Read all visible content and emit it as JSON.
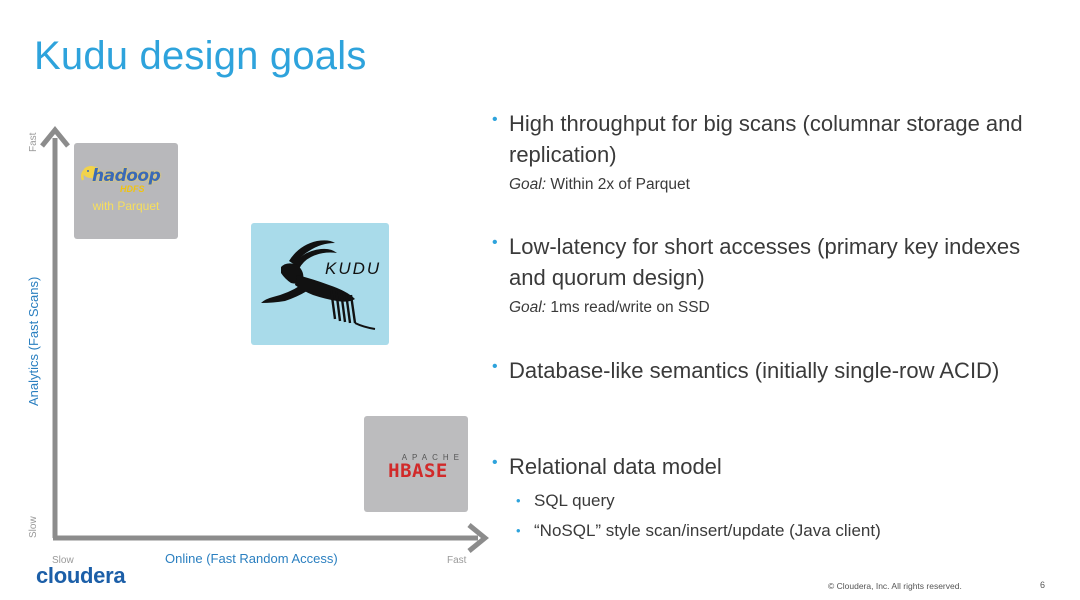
{
  "slide": {
    "title": "Kudu design goals",
    "page_number": "6",
    "copyright": "© Cloudera, Inc. All rights reserved.",
    "brand_logo_text": "cloudera"
  },
  "diagram": {
    "y_axis": {
      "label": "Analytics (Fast Scans)",
      "top_tick": "Fast",
      "bottom_tick": "Slow"
    },
    "x_axis": {
      "label": "Online (Fast Random Access)",
      "left_tick": "Slow",
      "right_tick": "Fast"
    },
    "logos": {
      "hadoop": {
        "name": "hadoop",
        "sub": "HDFS",
        "caption": "with Parquet"
      },
      "kudu": {
        "name": "KUDU"
      },
      "hbase": {
        "top": "APACHE",
        "name": "HBASE"
      }
    }
  },
  "bullets": [
    {
      "text": "High throughput for big scans (columnar storage and replication)",
      "goal_label": "Goal:",
      "goal_text": " Within 2x of Parquet"
    },
    {
      "text": "Low-latency for short accesses (primary key indexes and quorum design)",
      "goal_label": "Goal:",
      "goal_text": " 1ms read/write on SSD"
    },
    {
      "text": "Database-like semantics (initially single-row ACID)"
    },
    {
      "text": "Relational data model",
      "sub_items": [
        "SQL query",
        "“NoSQL” style scan/insert/update (Java client)"
      ]
    }
  ],
  "colors": {
    "title": "#2ea3dc",
    "axis_label": "#2a7fc0",
    "axis_line": "#8c8c8c",
    "kudu_bg": "#a9dbea",
    "hbase_text": "#d12a2a",
    "brand": "#1c5fa8"
  },
  "icons": {
    "kudu_logo": "antelope-icon",
    "hadoop_logo": "elephant-icon"
  }
}
